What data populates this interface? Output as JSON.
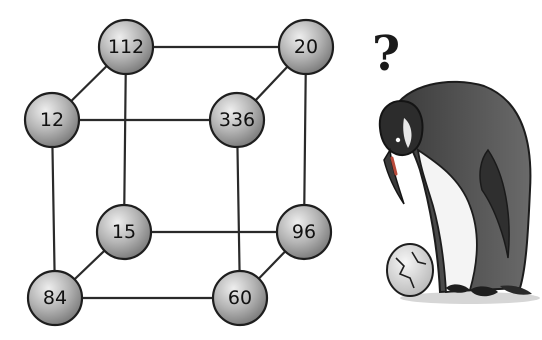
{
  "puzzle": {
    "nodes": {
      "back_top_left": "112",
      "back_top_right": "20",
      "front_top_left": "12",
      "front_top_right": "336",
      "back_bottom_left": "15",
      "back_bottom_right": "96",
      "front_bottom_left": "84",
      "front_bottom_right": "60"
    }
  },
  "penguin": {
    "question_mark": "?"
  },
  "colors": {
    "line": "#2a2a2a",
    "node_fill": "#a9a9a9",
    "node_highlight": "#e4e4e4",
    "penguin_body": "#555555",
    "penguin_belly": "#f4f4f4",
    "penguin_beak_mark": "#b84a3a"
  }
}
